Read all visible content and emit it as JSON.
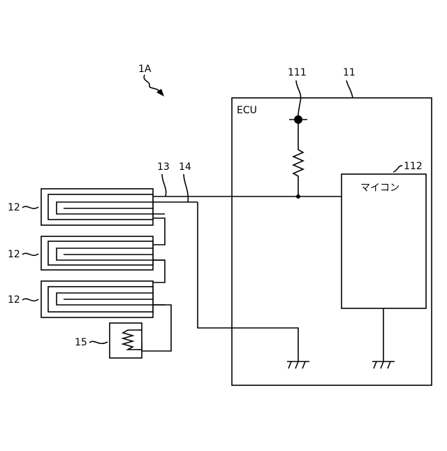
{
  "figure": {
    "system_label": "1A",
    "ecu": {
      "ref": "11",
      "title": "ECU"
    },
    "terminal": {
      "ref": "111"
    },
    "microcomputer": {
      "ref": "112",
      "label": "マイコン"
    },
    "line_13": {
      "ref": "13"
    },
    "line_14": {
      "ref": "14"
    },
    "heater_units": [
      {
        "ref": "12"
      },
      {
        "ref": "12"
      },
      {
        "ref": "12"
      }
    ],
    "thermistor": {
      "ref": "15"
    }
  }
}
